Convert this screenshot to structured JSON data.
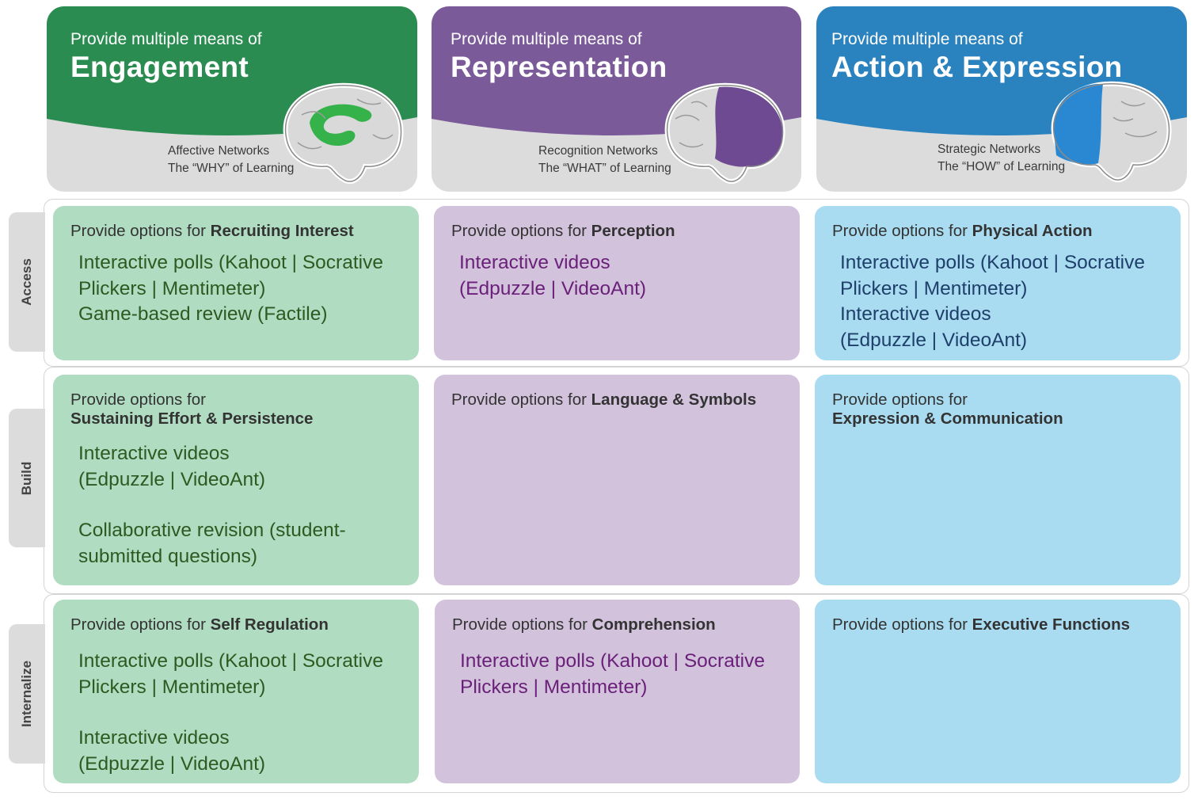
{
  "columns": [
    {
      "pre": "Provide multiple means of",
      "title": "Engagement",
      "network": "Affective Networks",
      "network_sub": "The “WHY” of Learning",
      "color": "#2a8c50"
    },
    {
      "pre": "Provide multiple means of",
      "title": "Representation",
      "network": "Recognition Networks",
      "network_sub": "The “WHAT” of Learning",
      "color": "#7a5a99"
    },
    {
      "pre": "Provide multiple means of",
      "title": "Action & Expression",
      "network": "Strategic Networks",
      "network_sub": "The “HOW” of Learning",
      "color": "#2a82be"
    }
  ],
  "rows": [
    "Access",
    "Build",
    "Internalize"
  ],
  "cells": {
    "access": {
      "engagement": {
        "prefix": "Provide options for",
        "bold": "Recruiting Interest",
        "items": [
          "Interactive polls (Kahoot | Socrative",
          "Plickers | Mentimeter)",
          "Game-based review (Factile)"
        ]
      },
      "representation": {
        "prefix": "Provide options for",
        "bold": "Perception",
        "items": [
          "Interactive videos",
          "(Edpuzzle | VideoAnt)"
        ]
      },
      "action": {
        "prefix": "Provide options for",
        "bold": "Physical Action",
        "items": [
          "Interactive polls (Kahoot | Socrative",
          "Plickers | Mentimeter)",
          "Interactive videos",
          "(Edpuzzle | VideoAnt)"
        ]
      }
    },
    "build": {
      "engagement": {
        "prefix": "Provide options for",
        "bold": "Sustaining Effort & Persistence",
        "items": [
          "Interactive videos",
          "(Edpuzzle | VideoAnt)",
          "Collaborative revision (student-",
          "submitted questions)"
        ]
      },
      "representation": {
        "prefix": "Provide options for",
        "bold": "Language & Symbols",
        "items": []
      },
      "action": {
        "prefix": "Provide options for",
        "bold": "Expression & Communication",
        "items": []
      }
    },
    "internalize": {
      "engagement": {
        "prefix": "Provide options for",
        "bold": "Self Regulation",
        "items": [
          "Interactive polls (Kahoot | Socrative",
          "Plickers | Mentimeter)",
          "Interactive videos",
          "(Edpuzzle | VideoAnt)"
        ]
      },
      "representation": {
        "prefix": "Provide options for",
        "bold": "Comprehension",
        "items": [
          "Interactive polls (Kahoot | Socrative",
          "Plickers | Mentimeter)"
        ]
      },
      "action": {
        "prefix": "Provide options for",
        "bold": "Executive Functions",
        "items": []
      }
    }
  }
}
